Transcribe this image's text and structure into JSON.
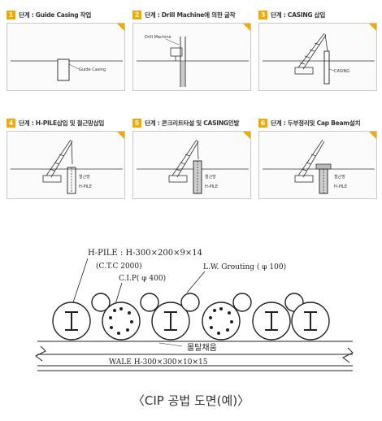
{
  "steps": [
    {
      "num": "1",
      "title": "단계 : Guide Casing 작업",
      "labels": [
        "Guide Casing"
      ]
    },
    {
      "num": "2",
      "title": "단계 : Drill Machine에 의한 굴착",
      "labels": [
        "Drill Machine"
      ]
    },
    {
      "num": "3",
      "title": "단계 : CASING  삽입",
      "labels": [
        "CASING"
      ]
    },
    {
      "num": "4",
      "title": "단계 : H-PILE삽입 및 철근망삽입",
      "labels": [
        "철근망",
        "H-PILE"
      ]
    },
    {
      "num": "5",
      "title": "단계 : 콘크리트타설 및 CASING인발",
      "labels": [
        "철근망",
        "H-PILE"
      ]
    },
    {
      "num": "6",
      "title": "단계 : 두부정리및 Cap Beam설치",
      "labels": [
        "철근망",
        "H-PILE"
      ]
    }
  ],
  "plan": {
    "hpile": "H-PILE : H-300×200×9×14",
    "ctc": "(C.T.C 2000)",
    "cip": "C.I.P( φ 400)",
    "grout": "L.W. Grouting ( φ 100)",
    "mortar": "몰탈채움",
    "wale": "WALE  H-300×300×10×15"
  },
  "caption": "〈CIP 공법 도면(예)〉",
  "colors": {
    "accent": "#f2a900"
  }
}
